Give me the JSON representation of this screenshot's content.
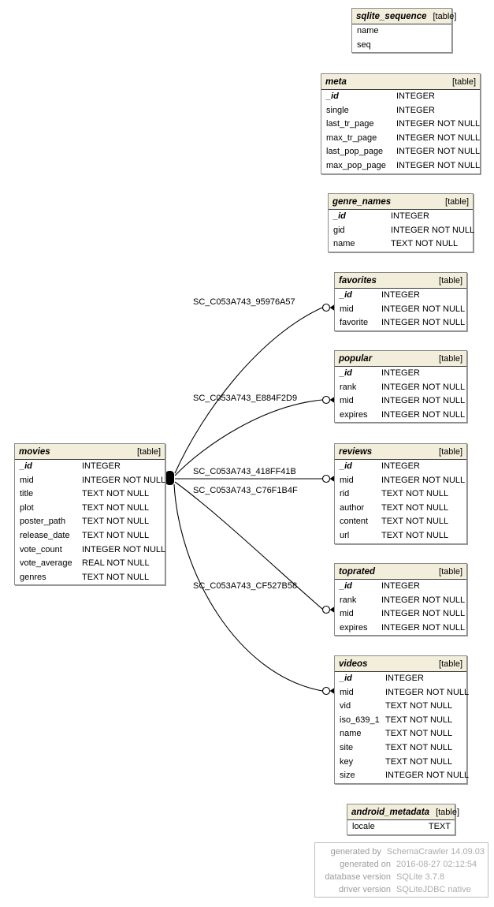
{
  "diagram": {
    "tables": [
      {
        "name": "sqlite_sequence",
        "tag": "[table]",
        "columns": [
          {
            "name": "name",
            "type": "",
            "pk": false
          },
          {
            "name": "seq",
            "type": "",
            "pk": false
          }
        ]
      },
      {
        "name": "meta",
        "tag": "[table]",
        "columns": [
          {
            "name": "_id",
            "type": "INTEGER",
            "pk": true
          },
          {
            "name": "single",
            "type": "INTEGER",
            "pk": false
          },
          {
            "name": "last_tr_page",
            "type": "INTEGER NOT NULL",
            "pk": false
          },
          {
            "name": "max_tr_page",
            "type": "INTEGER NOT NULL",
            "pk": false
          },
          {
            "name": "last_pop_page",
            "type": "INTEGER NOT NULL",
            "pk": false
          },
          {
            "name": "max_pop_page",
            "type": "INTEGER NOT NULL",
            "pk": false
          }
        ]
      },
      {
        "name": "genre_names",
        "tag": "[table]",
        "columns": [
          {
            "name": "_id",
            "type": "INTEGER",
            "pk": true
          },
          {
            "name": "gid",
            "type": "INTEGER NOT NULL",
            "pk": false
          },
          {
            "name": "name",
            "type": "TEXT NOT NULL",
            "pk": false
          }
        ]
      },
      {
        "name": "favorites",
        "tag": "[table]",
        "columns": [
          {
            "name": "_id",
            "type": "INTEGER",
            "pk": true
          },
          {
            "name": "mid",
            "type": "INTEGER NOT NULL",
            "pk": false
          },
          {
            "name": "favorite",
            "type": "INTEGER NOT NULL",
            "pk": false
          }
        ]
      },
      {
        "name": "popular",
        "tag": "[table]",
        "columns": [
          {
            "name": "_id",
            "type": "INTEGER",
            "pk": true
          },
          {
            "name": "rank",
            "type": "INTEGER NOT NULL",
            "pk": false
          },
          {
            "name": "mid",
            "type": "INTEGER NOT NULL",
            "pk": false
          },
          {
            "name": "expires",
            "type": "INTEGER NOT NULL",
            "pk": false
          }
        ]
      },
      {
        "name": "movies",
        "tag": "[table]",
        "columns": [
          {
            "name": "_id",
            "type": "INTEGER",
            "pk": true
          },
          {
            "name": "mid",
            "type": "INTEGER NOT NULL",
            "pk": false
          },
          {
            "name": "title",
            "type": "TEXT NOT NULL",
            "pk": false
          },
          {
            "name": "plot",
            "type": "TEXT NOT NULL",
            "pk": false
          },
          {
            "name": "poster_path",
            "type": "TEXT NOT NULL",
            "pk": false
          },
          {
            "name": "release_date",
            "type": "TEXT NOT NULL",
            "pk": false
          },
          {
            "name": "vote_count",
            "type": "INTEGER NOT NULL",
            "pk": false
          },
          {
            "name": "vote_average",
            "type": "REAL NOT NULL",
            "pk": false
          },
          {
            "name": "genres",
            "type": "TEXT NOT NULL",
            "pk": false
          }
        ]
      },
      {
        "name": "reviews",
        "tag": "[table]",
        "columns": [
          {
            "name": "_id",
            "type": "INTEGER",
            "pk": true
          },
          {
            "name": "mid",
            "type": "INTEGER NOT NULL",
            "pk": false
          },
          {
            "name": "rid",
            "type": "TEXT NOT NULL",
            "pk": false
          },
          {
            "name": "author",
            "type": "TEXT NOT NULL",
            "pk": false
          },
          {
            "name": "content",
            "type": "TEXT NOT NULL",
            "pk": false
          },
          {
            "name": "url",
            "type": "TEXT NOT NULL",
            "pk": false
          }
        ]
      },
      {
        "name": "toprated",
        "tag": "[table]",
        "columns": [
          {
            "name": "_id",
            "type": "INTEGER",
            "pk": true
          },
          {
            "name": "rank",
            "type": "INTEGER NOT NULL",
            "pk": false
          },
          {
            "name": "mid",
            "type": "INTEGER NOT NULL",
            "pk": false
          },
          {
            "name": "expires",
            "type": "INTEGER NOT NULL",
            "pk": false
          }
        ]
      },
      {
        "name": "videos",
        "tag": "[table]",
        "columns": [
          {
            "name": "_id",
            "type": "INTEGER",
            "pk": true
          },
          {
            "name": "mid",
            "type": "INTEGER NOT NULL",
            "pk": false
          },
          {
            "name": "vid",
            "type": "TEXT NOT NULL",
            "pk": false
          },
          {
            "name": "iso_639_1",
            "type": "TEXT NOT NULL",
            "pk": false
          },
          {
            "name": "name",
            "type": "TEXT NOT NULL",
            "pk": false
          },
          {
            "name": "site",
            "type": "TEXT NOT NULL",
            "pk": false
          },
          {
            "name": "key",
            "type": "TEXT NOT NULL",
            "pk": false
          },
          {
            "name": "size",
            "type": "INTEGER NOT NULL",
            "pk": false
          }
        ]
      },
      {
        "name": "android_metadata",
        "tag": "[table]",
        "columns": [
          {
            "name": "locale",
            "type": "TEXT",
            "pk": false
          }
        ]
      }
    ],
    "relationships": [
      {
        "label": "SC_C053A743_95976A57",
        "from": "movies.mid",
        "to": "favorites.mid"
      },
      {
        "label": "SC_C053A743_E884F2D9",
        "from": "movies.mid",
        "to": "popular.mid"
      },
      {
        "label": "SC_C053A743_418FF41B",
        "from": "movies.mid",
        "to": "reviews.mid"
      },
      {
        "label": "SC_C053A743_C76F1B4F",
        "from": "movies.mid",
        "to": "toprated.mid"
      },
      {
        "label": "SC_C053A743_CF527B58",
        "from": "movies.mid",
        "to": "videos.mid"
      }
    ],
    "footer": {
      "rows": [
        {
          "label": "generated by",
          "value": "SchemaCrawler 14.09.03"
        },
        {
          "label": "generated on",
          "value": "2016-08-27 02:12:54"
        },
        {
          "label": "database version",
          "value": "SQLite 3.7.8"
        },
        {
          "label": "driver version",
          "value": "SQLiteJDBC native"
        }
      ]
    },
    "colors": {
      "header_bg": "#f2eedb",
      "table_border": "#8a8a8a",
      "line": "#000000",
      "footer_text": "#9c9c9c"
    }
  }
}
